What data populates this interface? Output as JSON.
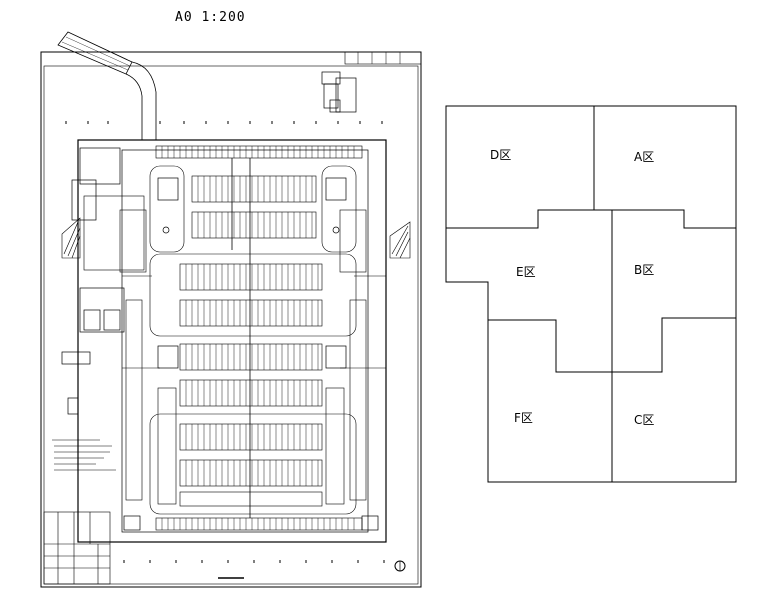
{
  "drawing": {
    "scale_title": "A0 1:200"
  },
  "key_plan": {
    "zones": [
      {
        "id": "D",
        "label": "D区"
      },
      {
        "id": "A",
        "label": "A区"
      },
      {
        "id": "E",
        "label": "E区"
      },
      {
        "id": "B",
        "label": "B区"
      },
      {
        "id": "F",
        "label": "F区"
      },
      {
        "id": "C",
        "label": "C区"
      }
    ]
  },
  "colors": {
    "line": "#000000",
    "background": "#ffffff"
  }
}
